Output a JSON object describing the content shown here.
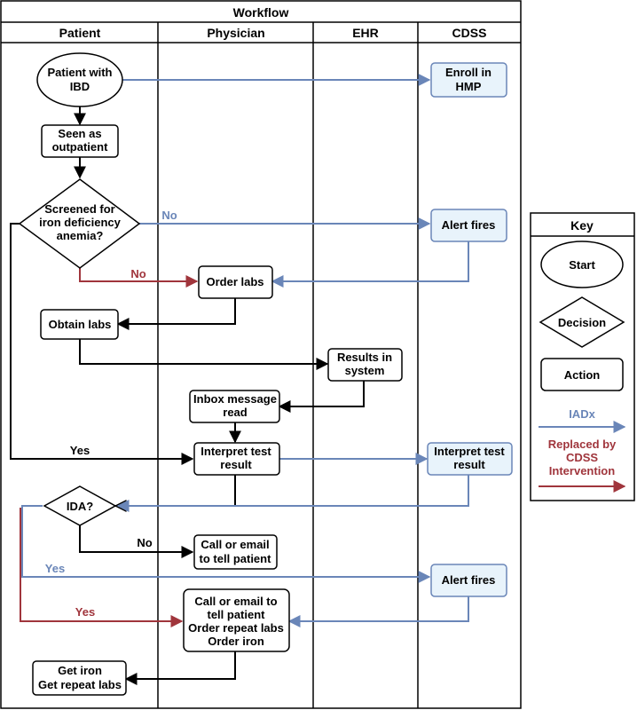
{
  "workflow": {
    "title": "Workflow",
    "lanes": [
      "Patient",
      "Physician",
      "EHR",
      "CDSS"
    ]
  },
  "colors": {
    "iadx": "#6a86b8",
    "cdss_intervention": "#a0353c",
    "cdss_box_fill": "#e8f3fb",
    "standard": "#000000"
  },
  "nodes": {
    "patient_with_ibd": [
      "Patient with",
      "IBD"
    ],
    "seen_as_outpatient": [
      "Seen as",
      "outpatient"
    ],
    "screened": [
      "Screened for",
      "iron deficiency",
      "anemia?"
    ],
    "enroll_hmp": [
      "Enroll in",
      "HMP"
    ],
    "alert_fires_1": [
      "Alert fires"
    ],
    "order_labs": [
      "Order labs"
    ],
    "obtain_labs": [
      "Obtain labs"
    ],
    "results_in_system": [
      "Results in",
      "system"
    ],
    "inbox_message": [
      "Inbox message",
      "read"
    ],
    "interpret_physician": [
      "Interpret test",
      "result"
    ],
    "interpret_cdss": [
      "Interpret test",
      "result"
    ],
    "ida": [
      "IDA?"
    ],
    "call_email": [
      "Call or email",
      "to tell patient"
    ],
    "alert_fires_2": [
      "Alert fires"
    ],
    "call_email_order": [
      "Call or email to",
      "tell patient",
      "Order repeat labs",
      "Order iron"
    ],
    "get_iron": [
      "Get iron",
      "Get repeat labs"
    ]
  },
  "edge_labels": {
    "screen_no_blue": "No",
    "screen_no_red": "No",
    "screen_yes": "Yes",
    "ida_no": "No",
    "ida_yes_blue": "Yes",
    "ida_yes_red": "Yes"
  },
  "key": {
    "title": "Key",
    "start": "Start",
    "decision": "Decision",
    "action": "Action",
    "iadx": "IADx",
    "replaced": [
      "Replaced by",
      "CDSS",
      "Intervention"
    ]
  }
}
